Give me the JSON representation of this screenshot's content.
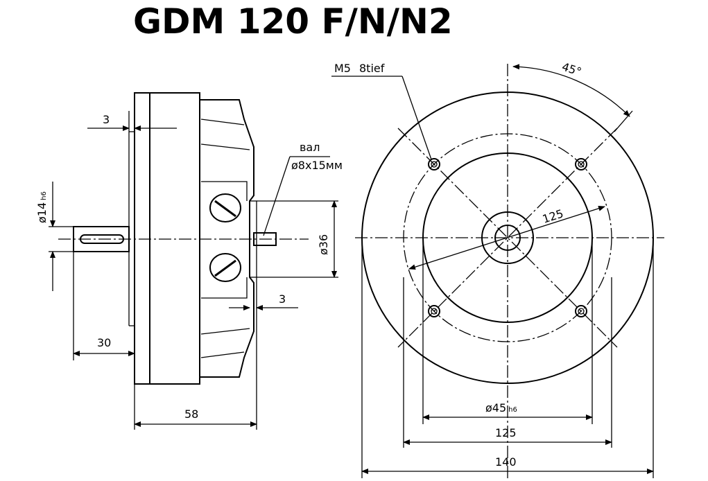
{
  "title": "GDM 120 F/N/N2",
  "side_view": {
    "dim_top_3": "3",
    "shaft_label_line1": "вал",
    "shaft_label_line2": "ø8x15мм",
    "dim_phi14": "ø14",
    "dim_phi14_tol": "h6",
    "dim_phi36": "ø36",
    "dim_right_3": "3",
    "dim_30": "30",
    "dim_58": "58"
  },
  "front_view": {
    "thread_label": "M5",
    "thread_depth": "8tief",
    "angle_label": "45°",
    "dim_bolt_circle": "125",
    "dim_phi45": "ø45",
    "dim_phi45_tol": "h6",
    "dim_125": "125",
    "dim_140": "140"
  }
}
